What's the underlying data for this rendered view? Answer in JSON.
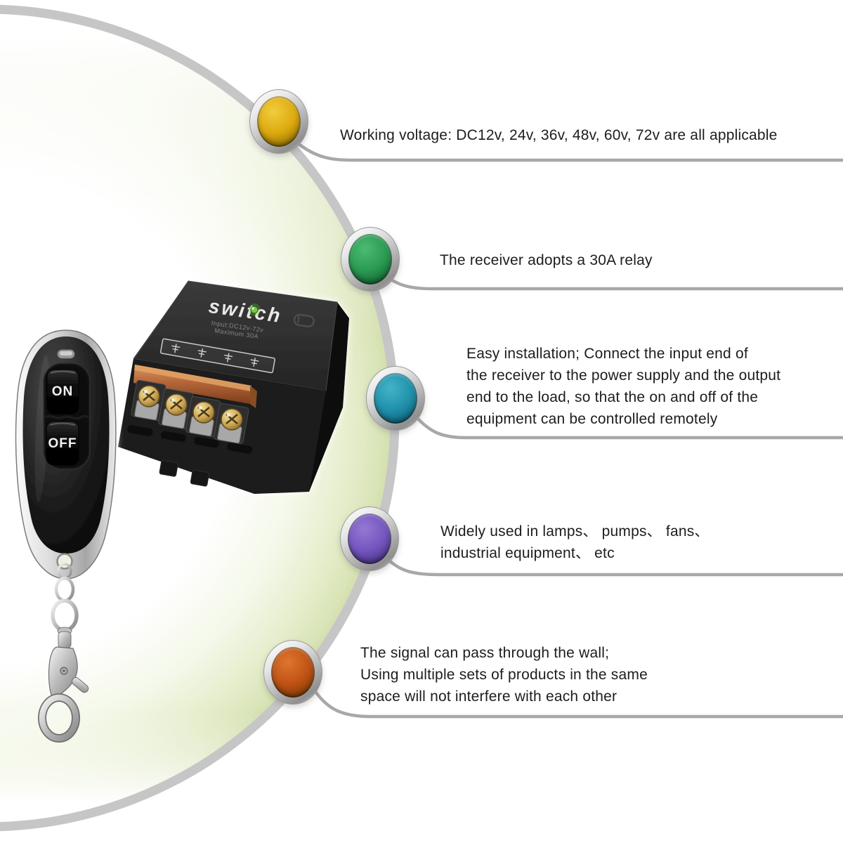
{
  "figure": {
    "kind": "product-feature-infographic",
    "palette": {
      "arc_color": "#c6c6c6",
      "connector_color": "#a8a8a8",
      "background_tint": "#d9e4b7",
      "text_color": "#1d1d1d"
    }
  },
  "features": [
    {
      "name": "working-voltage",
      "bullet": {
        "highlight": "#f2cd3d",
        "color": "#dcaa10",
        "color_dark": "#8f6c00"
      },
      "lines": [
        "Working voltage: DC12v, 24v, 36v, 48v, 60v, 72v are all applicable"
      ]
    },
    {
      "name": "relay",
      "bullet": {
        "highlight": "#4cbb74",
        "color": "#2a9b53",
        "color_dark": "#11602e"
      },
      "lines": [
        "The receiver adopts a 30A relay"
      ]
    },
    {
      "name": "easy-installation",
      "bullet": {
        "highlight": "#42b4c9",
        "color": "#2191ab",
        "color_dark": "#0c5d72"
      },
      "lines": [
        "Easy installation; Connect the input end of",
        "the receiver to the power supply and the output",
        "end to the load, so that the on and off of the",
        "equipment can be controlled remotely"
      ]
    },
    {
      "name": "widely-used",
      "bullet": {
        "highlight": "#9478d4",
        "color": "#7556c0",
        "color_dark": "#45307f"
      },
      "lines": [
        "Widely used in lamps、 pumps、 fans、",
        "industrial equipment、 etc"
      ]
    },
    {
      "name": "signal-through-wall",
      "bullet": {
        "highlight": "#dd7631",
        "color": "#c05314",
        "color_dark": "#7d3a07"
      },
      "lines": [
        "The signal can pass through the wall;",
        "Using multiple sets of products in the same",
        "space will not interfere with each other"
      ]
    }
  ],
  "products": {
    "receiver": {
      "brand": "switch",
      "spec_line1": "Input:DC12v-72v",
      "spec_line2": "Maximum 30A"
    },
    "remote": {
      "on_label": "ON",
      "off_label": "OFF"
    }
  }
}
